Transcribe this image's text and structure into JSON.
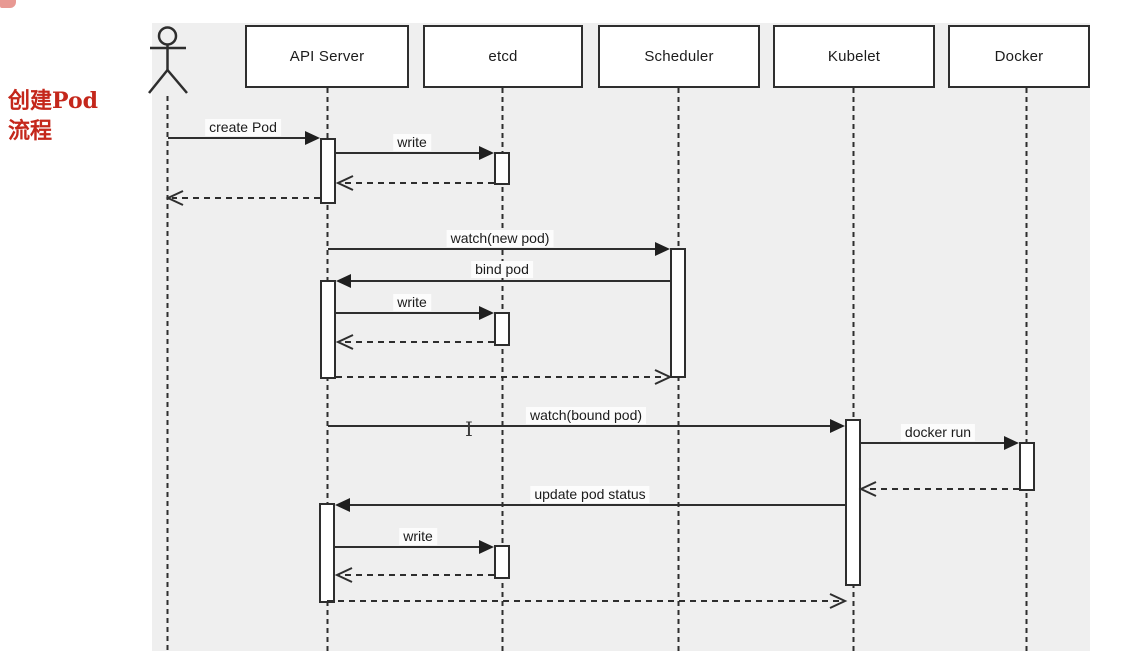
{
  "annotation": {
    "lines": [
      "创建Pod",
      "流程"
    ],
    "color": "#c4271b"
  },
  "diagram": {
    "type": "uml-sequence",
    "background_color": "#efefef",
    "line_color": "#2e2e2e",
    "participants": [
      {
        "id": "user",
        "kind": "actor",
        "label": ""
      },
      {
        "id": "api-server",
        "kind": "object",
        "label": "API Server"
      },
      {
        "id": "etcd",
        "kind": "object",
        "label": "etcd"
      },
      {
        "id": "scheduler",
        "kind": "object",
        "label": "Scheduler"
      },
      {
        "id": "kubelet",
        "kind": "object",
        "label": "Kubelet"
      },
      {
        "id": "docker",
        "kind": "object",
        "label": "Docker"
      }
    ],
    "messages": [
      {
        "from": "user",
        "to": "api-server",
        "label": "create Pod",
        "type": "sync"
      },
      {
        "from": "api-server",
        "to": "etcd",
        "label": "write",
        "type": "sync"
      },
      {
        "from": "etcd",
        "to": "api-server",
        "label": "",
        "type": "return"
      },
      {
        "from": "api-server",
        "to": "user",
        "label": "",
        "type": "return"
      },
      {
        "from": "api-server",
        "to": "scheduler",
        "label": "watch(new pod)",
        "type": "sync"
      },
      {
        "from": "scheduler",
        "to": "api-server",
        "label": "bind pod",
        "type": "sync"
      },
      {
        "from": "api-server",
        "to": "etcd",
        "label": "write",
        "type": "sync"
      },
      {
        "from": "etcd",
        "to": "api-server",
        "label": "",
        "type": "return"
      },
      {
        "from": "api-server",
        "to": "scheduler",
        "label": "",
        "type": "return"
      },
      {
        "from": "api-server",
        "to": "kubelet",
        "label": "watch(bound pod)",
        "type": "sync"
      },
      {
        "from": "kubelet",
        "to": "docker",
        "label": "docker run",
        "type": "sync"
      },
      {
        "from": "docker",
        "to": "kubelet",
        "label": "",
        "type": "return"
      },
      {
        "from": "kubelet",
        "to": "api-server",
        "label": "update pod status",
        "type": "sync"
      },
      {
        "from": "api-server",
        "to": "etcd",
        "label": "write",
        "type": "sync"
      },
      {
        "from": "etcd",
        "to": "api-server",
        "label": "",
        "type": "return"
      },
      {
        "from": "api-server",
        "to": "kubelet",
        "label": "",
        "type": "return"
      }
    ]
  }
}
